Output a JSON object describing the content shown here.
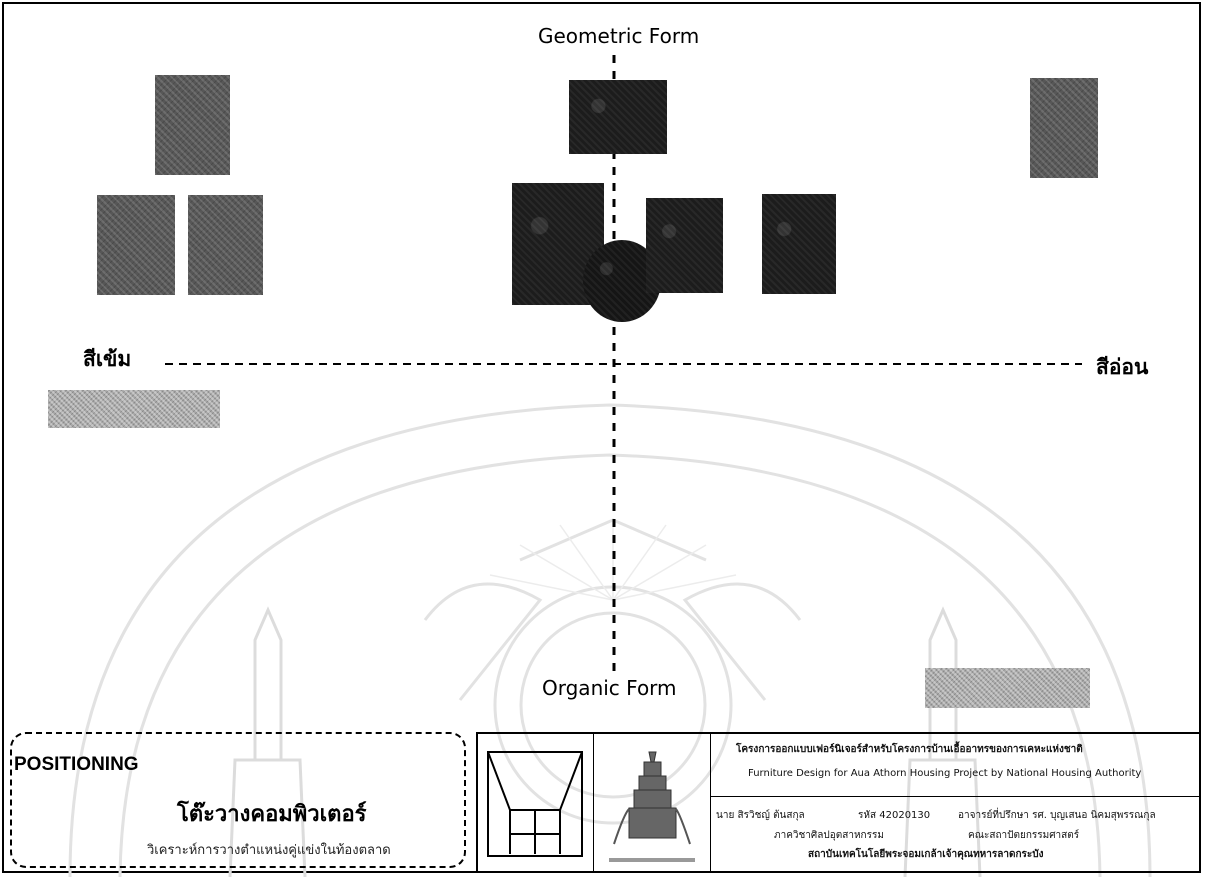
{
  "axes": {
    "top": "Geometric Form",
    "bottom": "Organic Form",
    "left": "สีเข้ม",
    "right": "สีอ่อน"
  },
  "positioning": {
    "heading": "POSITIONING",
    "item": "โต๊ะวางคอมพิวเตอร์",
    "description": "วิเคราะห์การวางตำแหน่งคู่แข่งในท้องตลาด"
  },
  "title_block": {
    "project_th": "โครงการออกแบบเฟอร์นิเจอร์สำหรับโครงการบ้านเอื้ออาทรของการเคหะแห่งชาติ",
    "project_en": "Furniture Design for Aua Athorn Housing Project by National Housing Authority",
    "student": "นาย สิรวิชญ์ ต้นสกุล",
    "student_id": "รหัส 42020130",
    "advisor": "อาจารย์ที่ปรึกษา  รศ. บุญเสนอ นิคมสุพรรณกุล",
    "department": "ภาควิชาศิลปอุตสาหกรรม",
    "faculty": "คณะสถาปัตยกรรมศาสตร์",
    "university": "สถาบันเทคโนโลยีพระจอมเกล้าเจ้าคุณทหารลาดกระบัง"
  },
  "colors": {
    "ink": "#000000",
    "paper": "#ffffff",
    "watermark": "#e2e2e2"
  }
}
